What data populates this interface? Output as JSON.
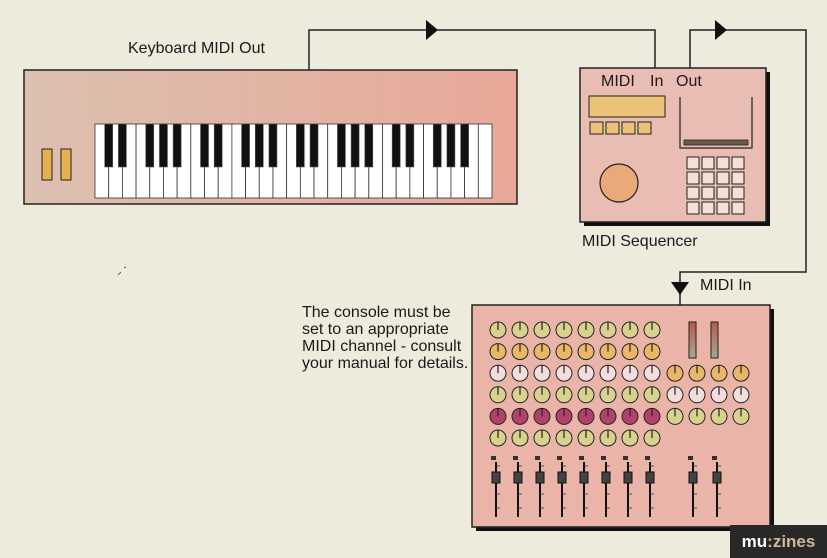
{
  "labels": {
    "keyboard_out": "Keyboard MIDI Out",
    "seq_midi": "MIDI",
    "seq_in": "In",
    "seq_out": "Out",
    "sequencer": "MIDI Sequencer",
    "console_in": "MIDI In"
  },
  "note": "The console must be set to an appropriate MIDI channel - consult your manual for details.",
  "logo": {
    "part1": "mu",
    "part2": ":zines"
  },
  "colors": {
    "background": "#ecebdc",
    "device_body": "#e8b8a8",
    "knob_green": "#d8d28e",
    "knob_orange": "#eab768",
    "knob_pink": "#f3dede",
    "knob_red": "#b2416b"
  }
}
